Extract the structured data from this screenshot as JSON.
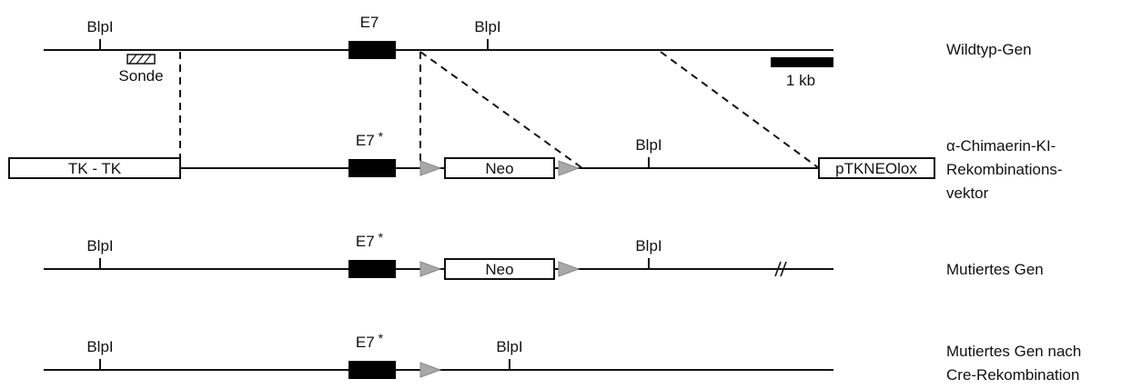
{
  "labels": {
    "site": "BlpI",
    "exon": "E7",
    "exon_mut": "E7",
    "asterisk": "*",
    "probe": "Sonde",
    "scale": "1 kb",
    "tk": "TK - TK",
    "neo": "Neo",
    "ptkneolox": "pTKNEOlox"
  },
  "rows": [
    {
      "name": "Wildtyp-Gen",
      "lines": [
        "Wildtyp-Gen"
      ]
    },
    {
      "name": "alpha-Chimaerin-KI-Rekombinationsvektor",
      "lines": [
        "α-Chimaerin-KI-",
        "Rekombinations-",
        "vektor"
      ]
    },
    {
      "name": "Mutiertes Gen",
      "lines": [
        "Mutiertes Gen"
      ]
    },
    {
      "name": "Mutiertes Gen nach Cre-Rekombination",
      "lines": [
        "Mutiertes Gen nach",
        "Cre-Rekombination"
      ]
    }
  ]
}
